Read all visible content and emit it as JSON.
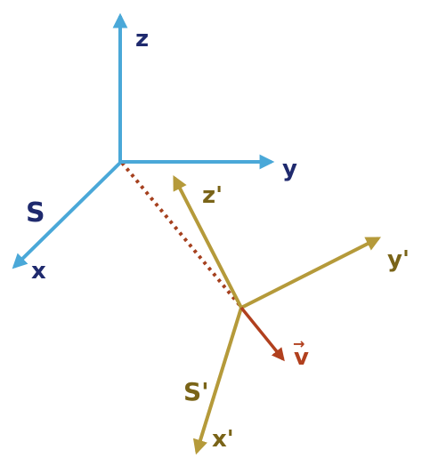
{
  "frame_s": {
    "name": "S",
    "axes": {
      "x": "x",
      "y": "y",
      "z": "z"
    },
    "color": "#4aa8d8",
    "label_color": "#1f2a6e"
  },
  "frame_s_prime": {
    "name": "S'",
    "axes": {
      "x": "x'",
      "y": "y'",
      "z": "z'"
    },
    "color": "#b59a3a",
    "label_color": "#7a6418"
  },
  "velocity": {
    "label": "v",
    "arrow_glyph": "→",
    "color": "#b1401e"
  },
  "origin_link": {
    "style": "dotted",
    "color": "#a5401e"
  }
}
